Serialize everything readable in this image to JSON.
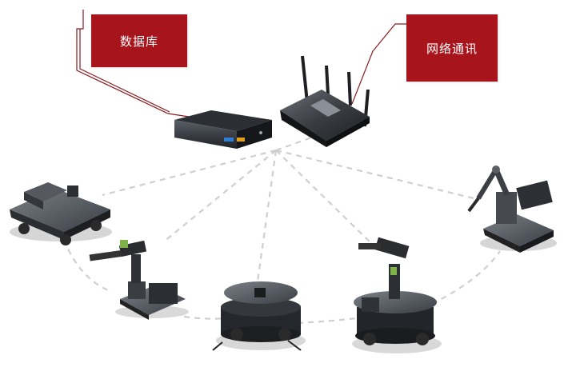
{
  "labels": {
    "database": "数据库",
    "network": "网络通讯"
  },
  "colors": {
    "label_bg": "#a8141b",
    "connector": "#cfcfcf",
    "callout_line": "#8a1a1f"
  },
  "devices": [
    {
      "id": "mini-pc",
      "kind": "mini-pc"
    },
    {
      "id": "router",
      "kind": "wifi-router"
    },
    {
      "id": "robot-a",
      "kind": "mobile-platform-with-boxes"
    },
    {
      "id": "robot-b",
      "kind": "robotic-arm-with-display"
    },
    {
      "id": "robot-c",
      "kind": "round-mobile-robot"
    },
    {
      "id": "robot-d",
      "kind": "mobile-robot-with-arm"
    },
    {
      "id": "robot-e",
      "kind": "desktop-robotic-arm"
    }
  ]
}
